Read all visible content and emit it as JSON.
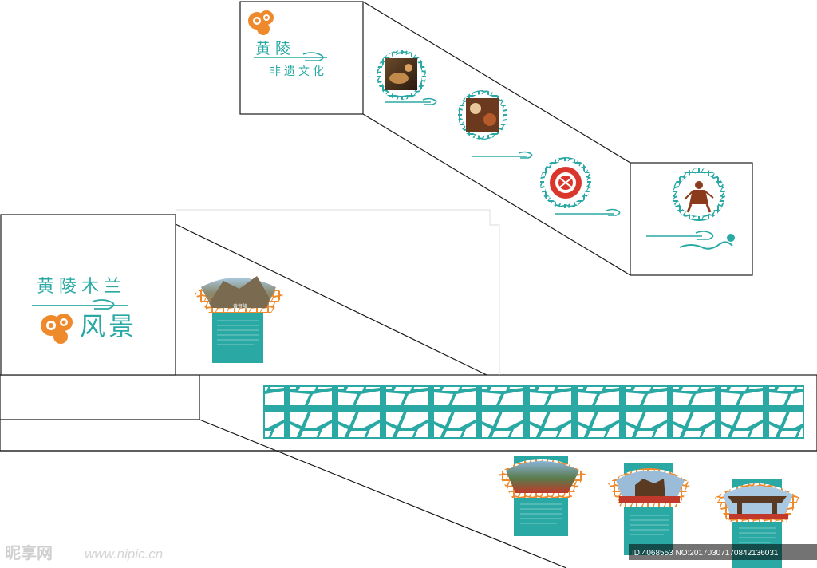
{
  "upper_panel": {
    "title_line1": "黄陵",
    "title_line2": "非遗文化"
  },
  "lower_panel": {
    "title_line1": "黄陵木兰",
    "title_line2": "风景"
  },
  "fan_card_label": "黄帝陵",
  "watermark": {
    "brand": "昵享网",
    "url": "www.nipic.cn",
    "id_text": "ID:4068553 NO:20170307170842136031"
  },
  "colors": {
    "teal": "#2aa9a4",
    "orange": "#ee8a2c",
    "line": "#1a1a1a"
  }
}
